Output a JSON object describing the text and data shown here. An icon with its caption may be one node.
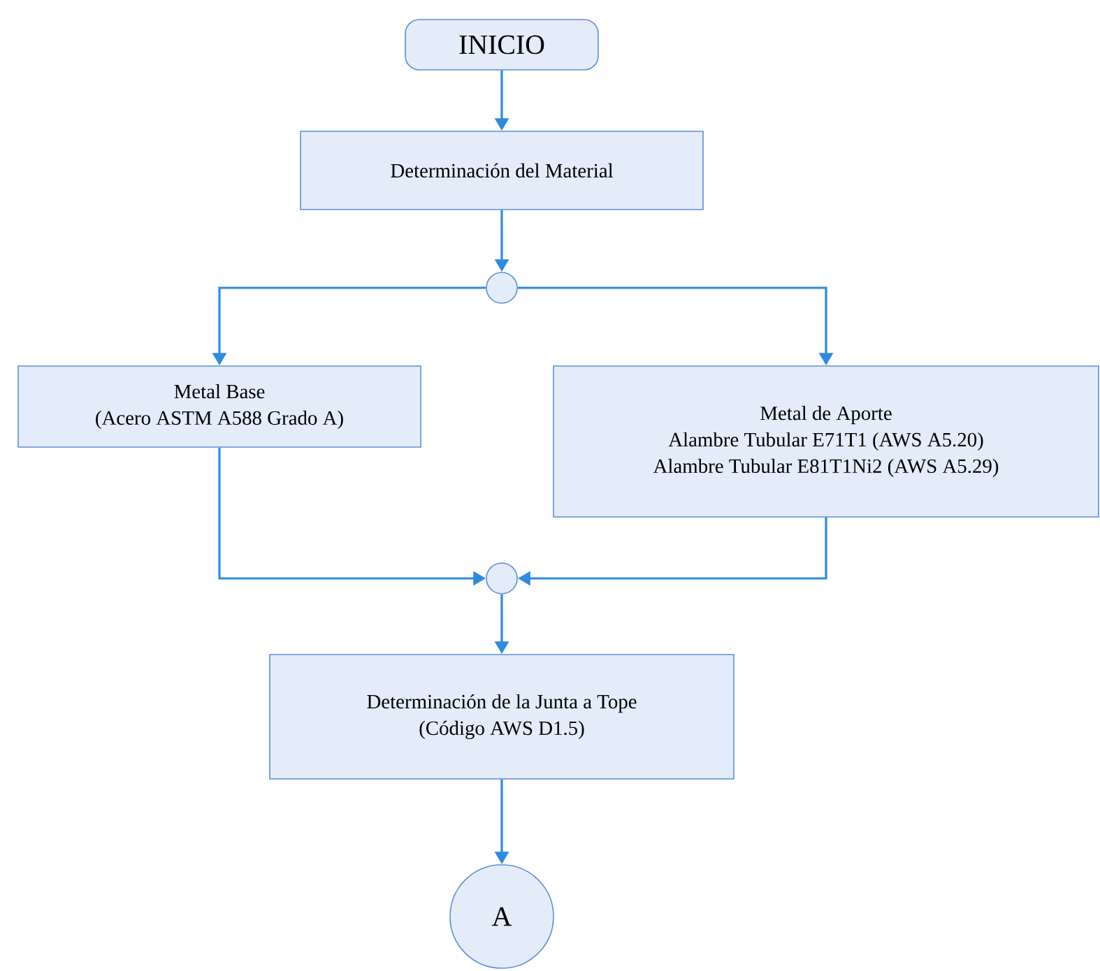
{
  "diagram": {
    "nodes": [
      {
        "text": [
          "INICIO"
        ]
      },
      {
        "text": [
          "Determinación del Material"
        ]
      },
      {
        "text": [],
        "shape": "circle"
      },
      {
        "text": [
          "Metal Base",
          "(Acero ASTM A588 Grado A)"
        ]
      },
      {
        "text": [
          "Metal de Aporte",
          "Alambre Tubular E71T1 (AWS A5.20)",
          "Alambre Tubular E81T1Ni2 (AWS A5.29)"
        ]
      },
      {
        "text": [],
        "shape": "circle"
      },
      {
        "text": [
          "Determinación de la Junta a Tope",
          "(Código AWS D1.5)"
        ]
      },
      {
        "text": [
          "A"
        ]
      }
    ],
    "edges": [
      {
        "from": 0,
        "to": 1,
        "arrow": "to"
      },
      {
        "from": 1,
        "to": 2,
        "arrow": "to"
      },
      {
        "from": 2,
        "to": 3,
        "arrow": "to"
      },
      {
        "from": 2,
        "to": 4,
        "arrow": "to"
      },
      {
        "from": 3,
        "to": 5,
        "arrow": "to"
      },
      {
        "from": 4,
        "to": 5,
        "arrow": "to"
      },
      {
        "from": 5,
        "to": 6,
        "arrow": "to"
      },
      {
        "from": 6,
        "to": 7,
        "arrow": "to"
      }
    ]
  }
}
